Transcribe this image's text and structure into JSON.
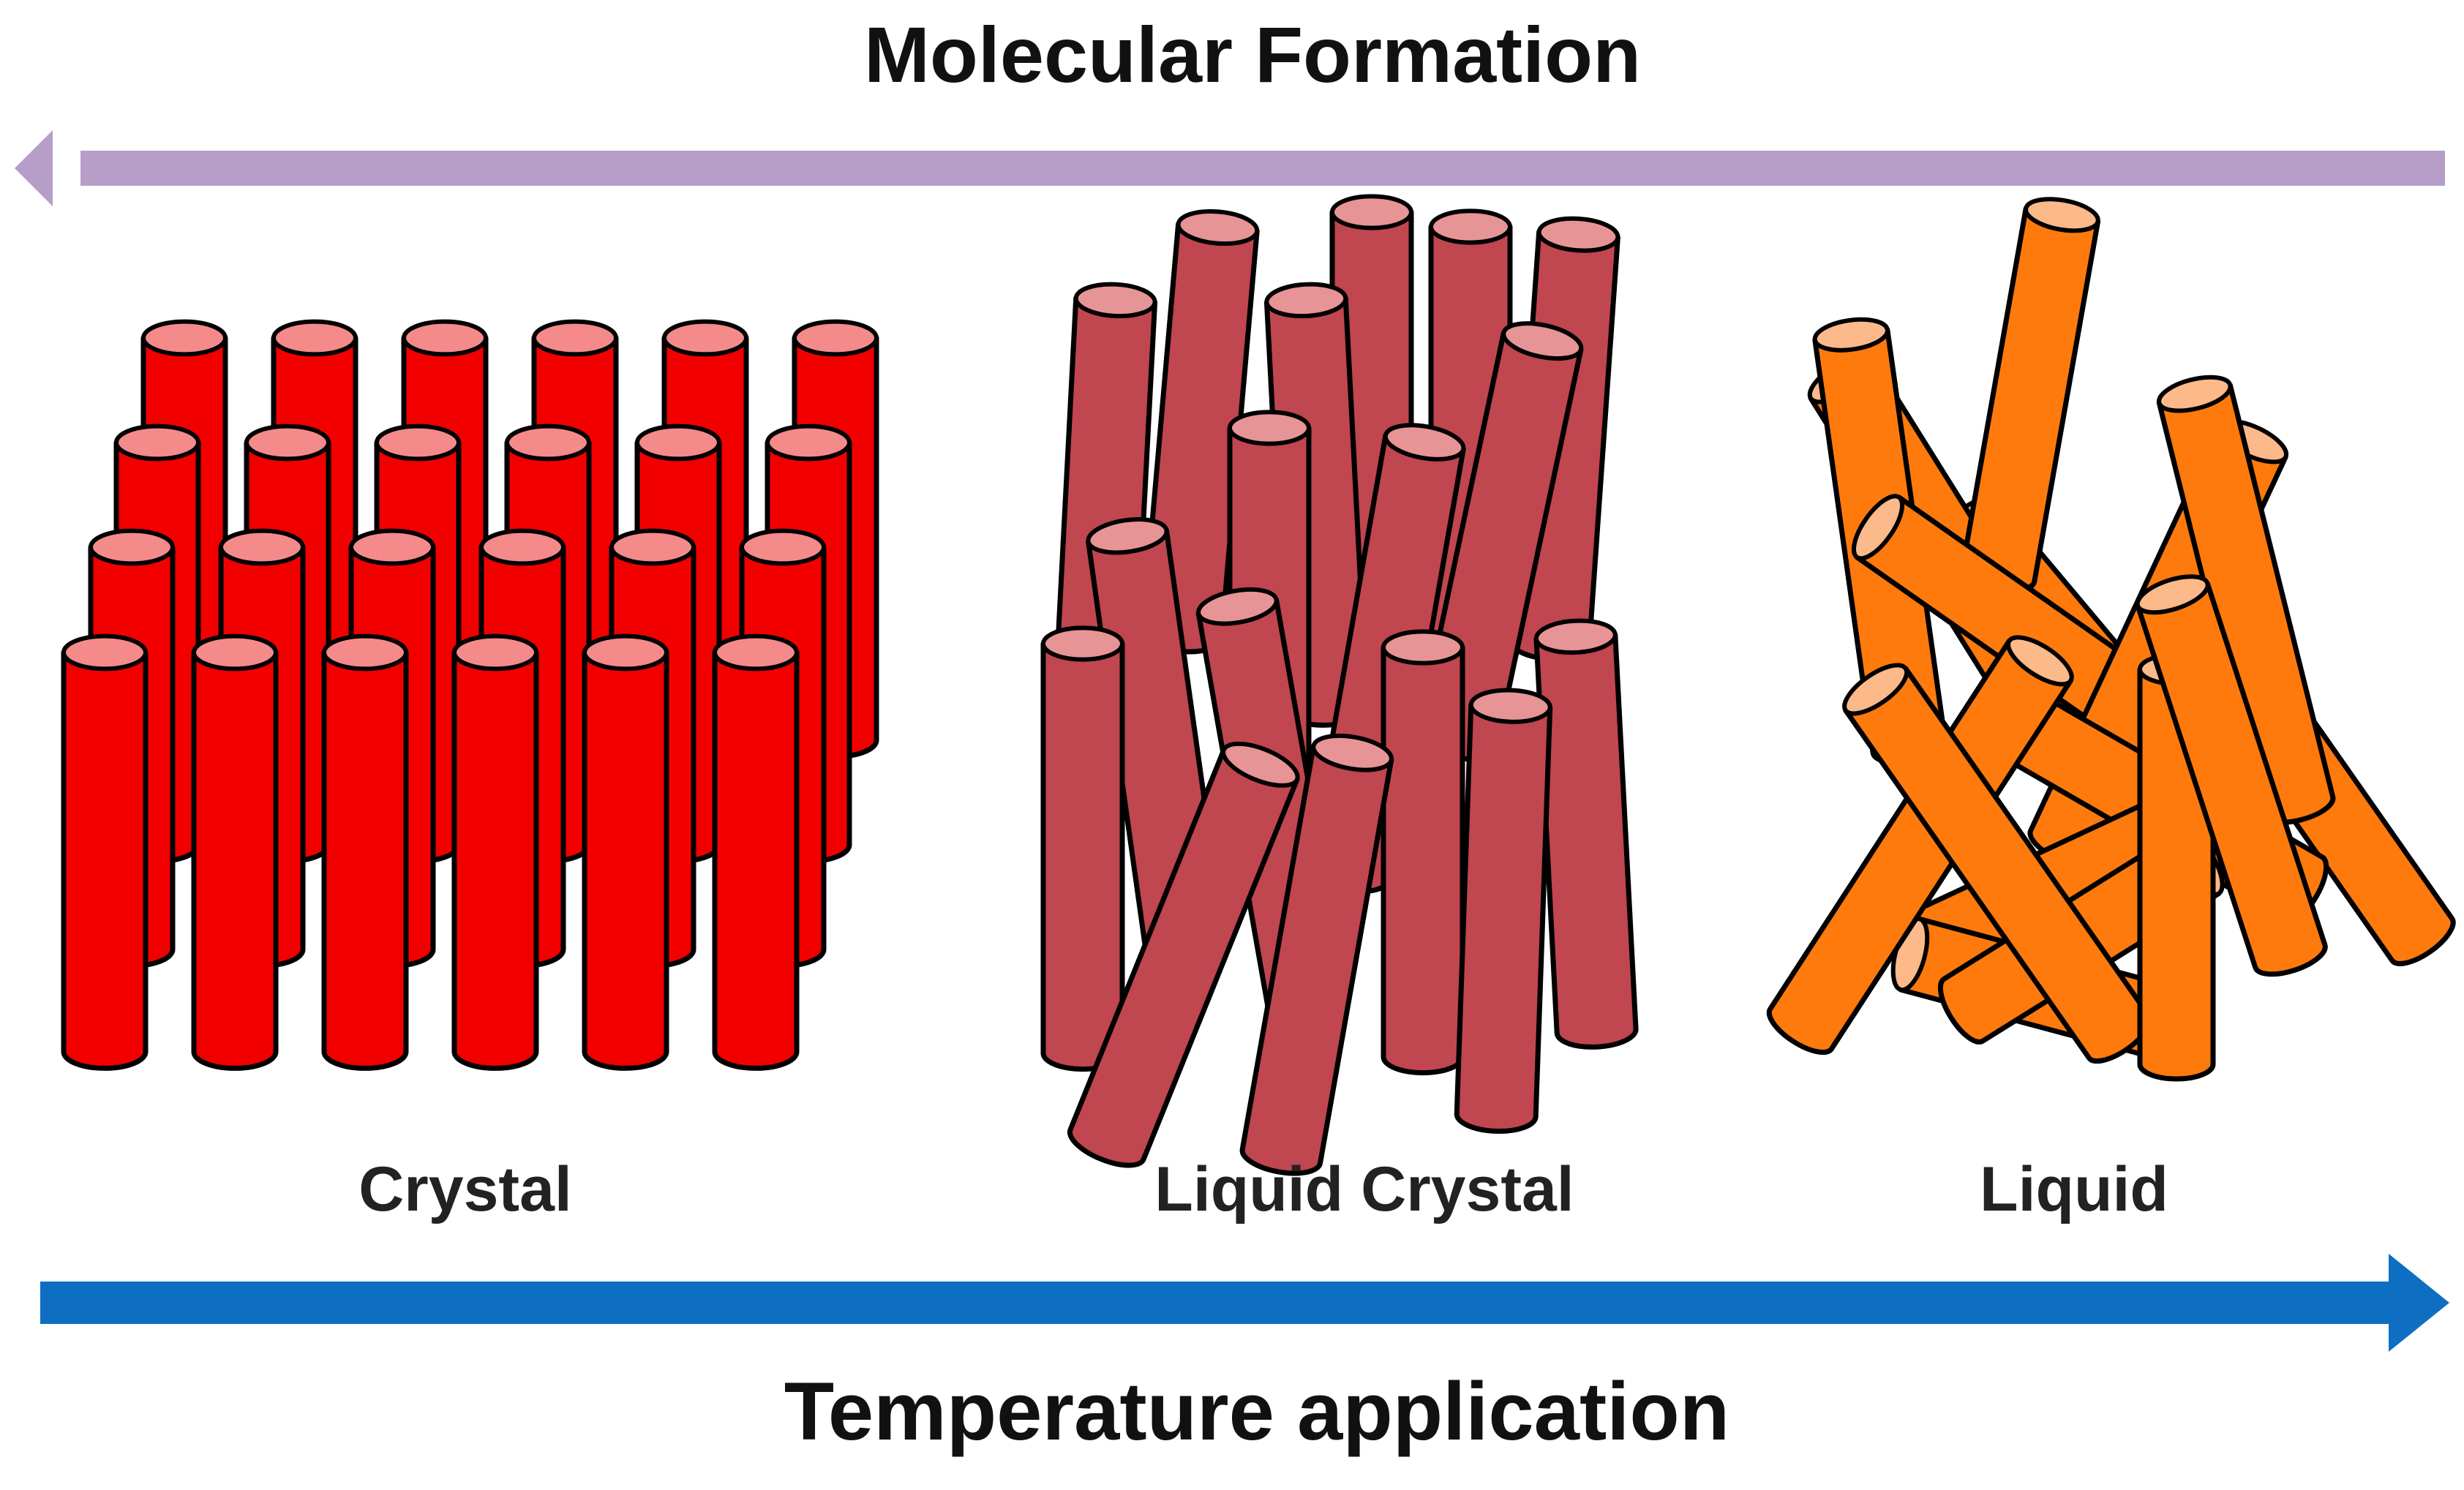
{
  "diagram": {
    "top_title": "Molecular Formation",
    "bottom_title": "Temperature application",
    "phases": [
      {
        "id": "crystal",
        "label": "Crystal",
        "color": "#f20000",
        "cap_color": "#f58a8a"
      },
      {
        "id": "liquid-crystal",
        "label": "Liquid Crystal",
        "color": "#c0464f",
        "cap_color": "#e79497"
      },
      {
        "id": "liquid",
        "label": "Liquid",
        "color": "#ff7a0d",
        "cap_color": "#fcb98a"
      }
    ],
    "arrows": {
      "top": {
        "direction": "left",
        "color": "#b69ec9"
      },
      "bottom": {
        "direction": "right",
        "color": "#0e6fc2"
      }
    }
  }
}
